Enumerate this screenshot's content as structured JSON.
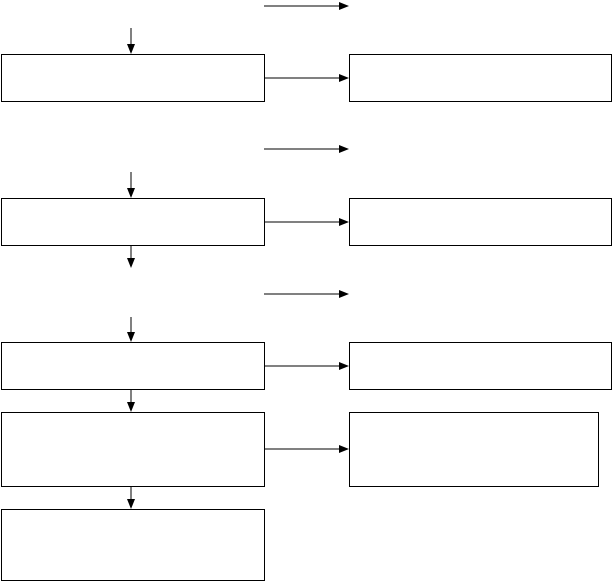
{
  "diagram": {
    "type": "flowchart",
    "line_color": "#000000",
    "box_fill": "#ffffff",
    "background": "#ffffff",
    "boxes": [
      {
        "id": "step-1",
        "label": ""
      },
      {
        "id": "side-1",
        "label": ""
      },
      {
        "id": "step-2",
        "label": ""
      },
      {
        "id": "side-2",
        "label": ""
      },
      {
        "id": "step-3",
        "label": ""
      },
      {
        "id": "side-3",
        "label": ""
      },
      {
        "id": "step-4",
        "label": ""
      },
      {
        "id": "side-4",
        "label": ""
      },
      {
        "id": "step-5",
        "label": ""
      }
    ],
    "connections": [
      {
        "from": "step-1",
        "to": "side-1"
      },
      {
        "from": "step-2",
        "to": "side-2"
      },
      {
        "from": "step-3",
        "to": "side-3"
      },
      {
        "from": "step-3",
        "to": "step-4"
      },
      {
        "from": "step-4",
        "to": "side-4"
      },
      {
        "from": "step-4",
        "to": "step-5"
      }
    ]
  }
}
